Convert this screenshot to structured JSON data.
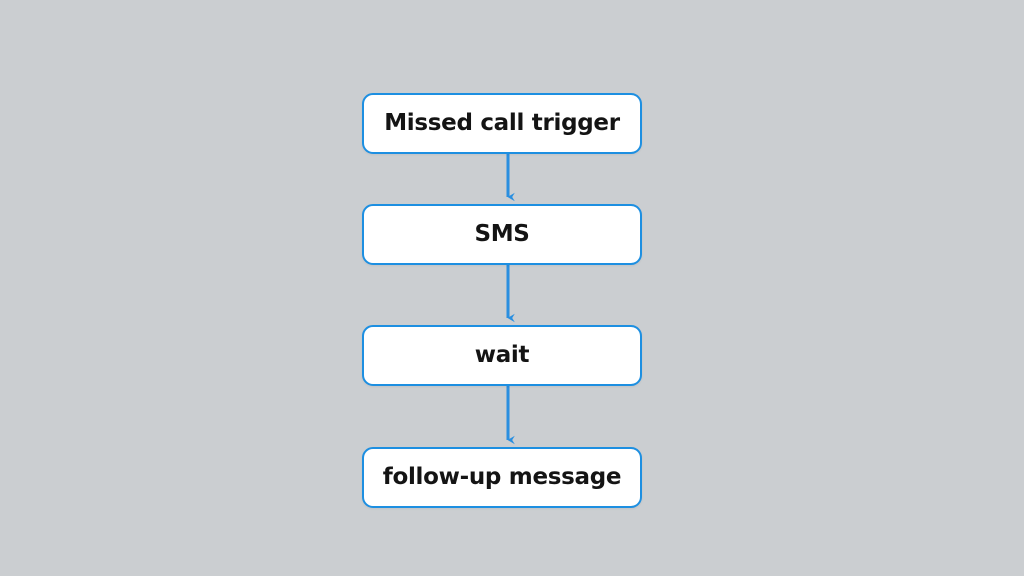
{
  "diagram": {
    "type": "flowchart",
    "orientation": "vertical",
    "background_color": "#cbced1",
    "node_fill_color": "#ffffff",
    "node_border_color": "#1d8fe1",
    "connector_color": "#2a8fe0",
    "text_color": "#141414",
    "nodes": [
      {
        "id": "missed-call-trigger",
        "label": "Missed call trigger"
      },
      {
        "id": "sms",
        "label": "SMS"
      },
      {
        "id": "wait",
        "label": "wait"
      },
      {
        "id": "follow-up-message",
        "label": "follow-up message"
      }
    ],
    "edges": [
      {
        "from": "missed-call-trigger",
        "to": "sms",
        "arrow": "down-arrow"
      },
      {
        "from": "sms",
        "to": "wait",
        "arrow": "down-arrow"
      },
      {
        "from": "wait",
        "to": "follow-up-message",
        "arrow": "down-arrow"
      }
    ]
  }
}
